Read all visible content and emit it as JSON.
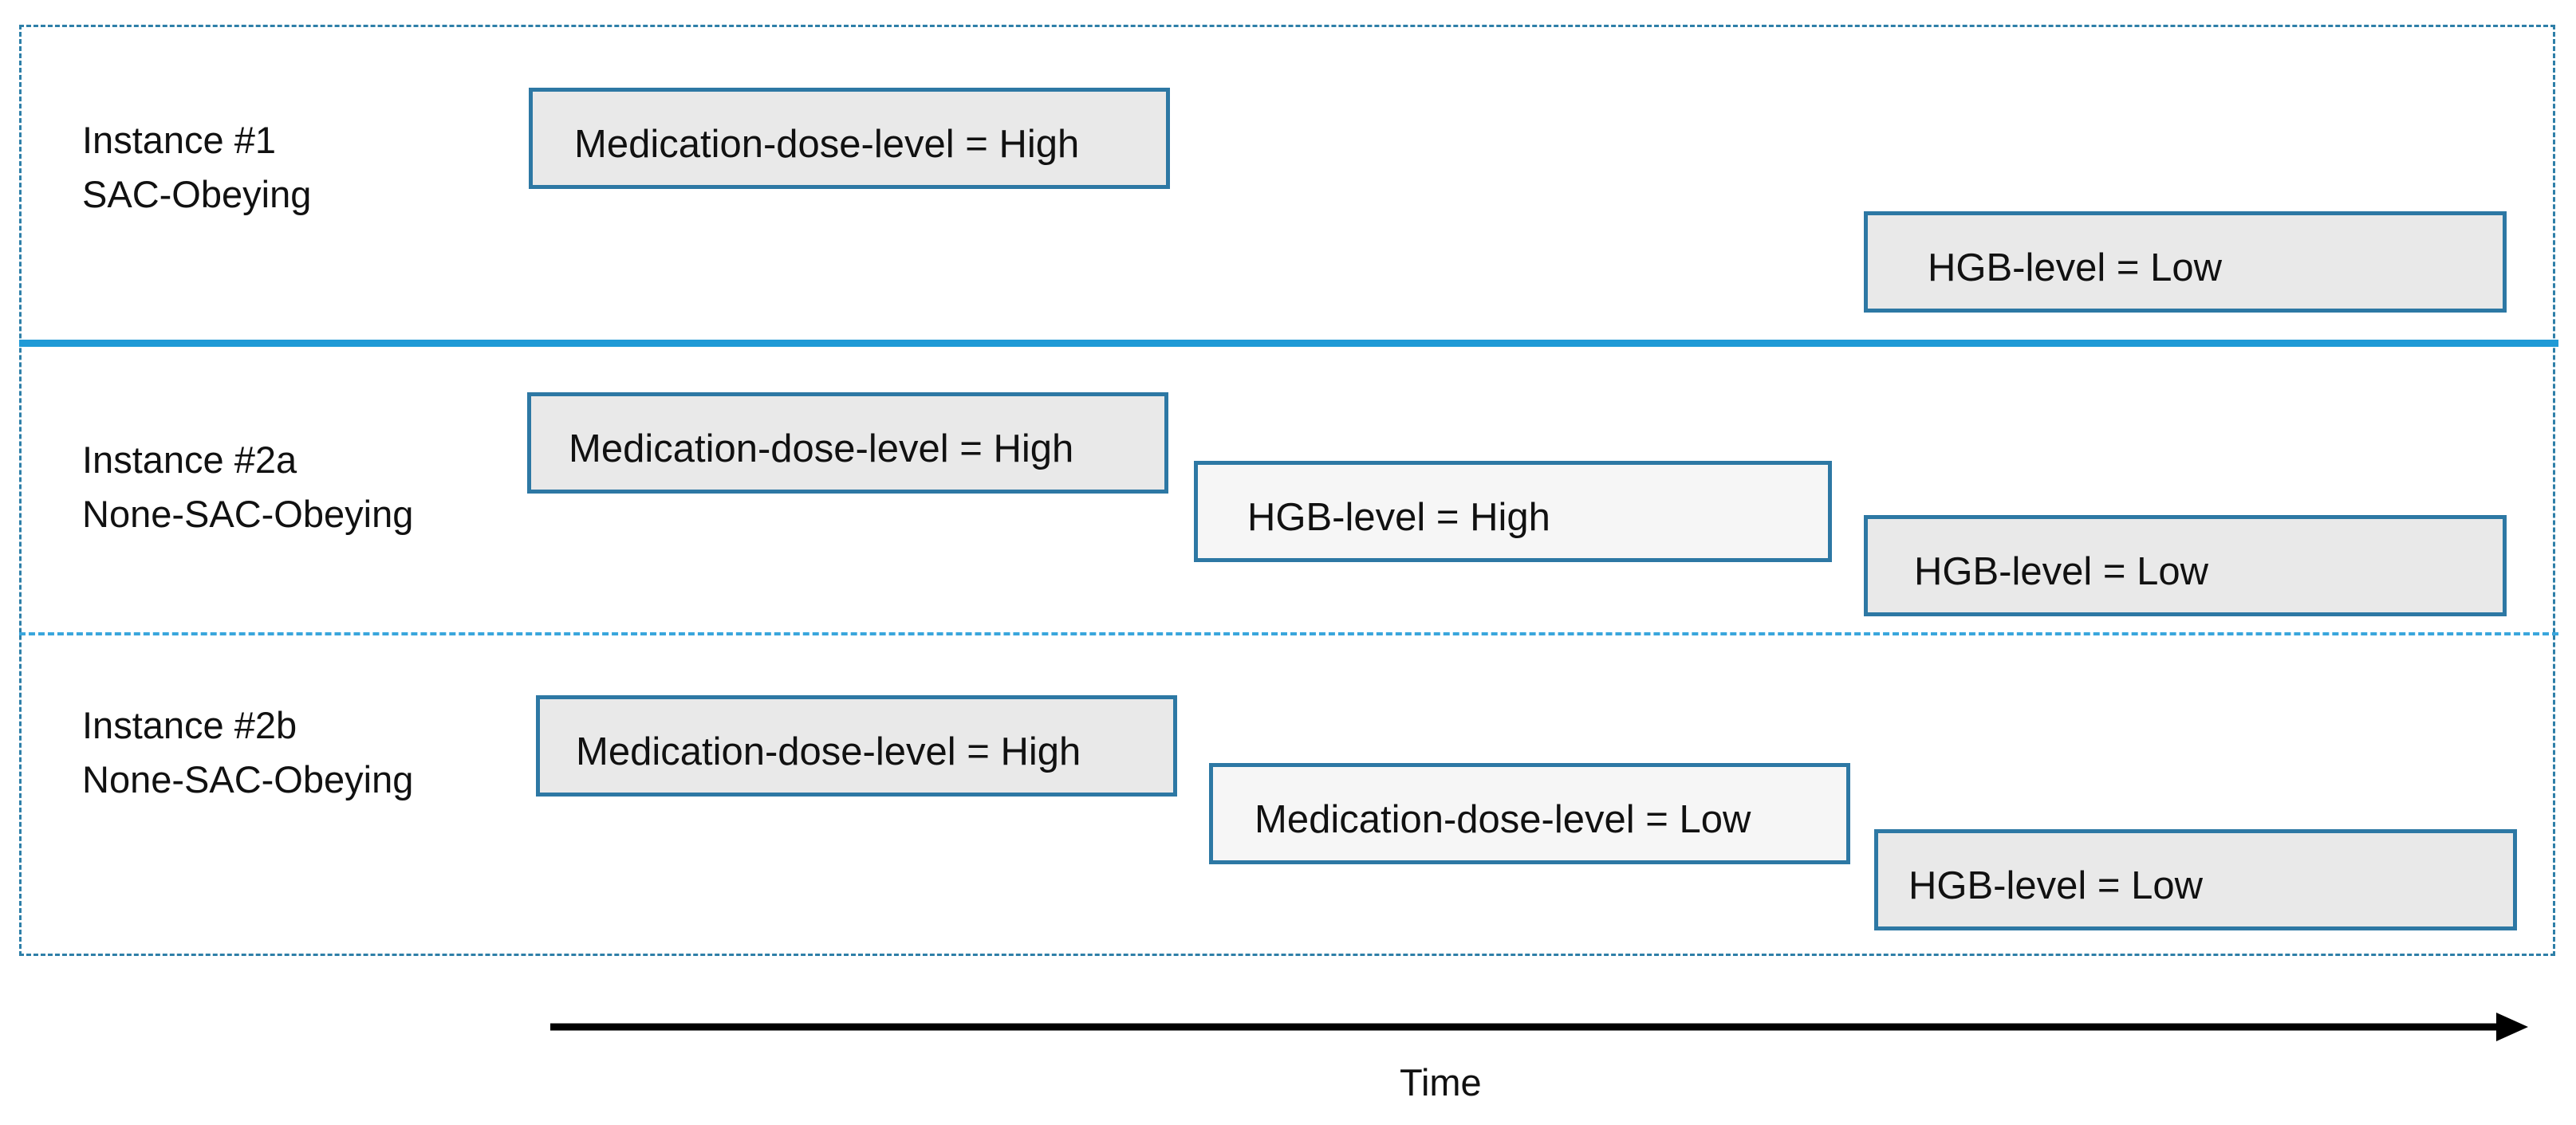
{
  "instances": [
    {
      "label_line1": "Instance #1",
      "label_line2": "SAC-Obeying",
      "intervals": [
        {
          "text": "Medication-dose-level = High",
          "shade": "dark"
        },
        {
          "text": "HGB-level = Low",
          "shade": "dark"
        }
      ]
    },
    {
      "label_line1": "Instance #2a",
      "label_line2": "None-SAC-Obeying",
      "intervals": [
        {
          "text": "Medication-dose-level = High",
          "shade": "dark"
        },
        {
          "text": "HGB-level = High",
          "shade": "light"
        },
        {
          "text": "HGB-level = Low",
          "shade": "dark"
        }
      ]
    },
    {
      "label_line1": "Instance #2b",
      "label_line2": "None-SAC-Obeying",
      "intervals": [
        {
          "text": "Medication-dose-level = High",
          "shade": "dark"
        },
        {
          "text": "Medication-dose-level = Low",
          "shade": "light"
        },
        {
          "text": "HGB-level = Low",
          "shade": "dark"
        }
      ]
    }
  ],
  "axis": {
    "label": "Time"
  },
  "colors": {
    "box_border": "#2d78a4",
    "solid_divider": "#1f9ad6",
    "dashed_border": "#2e7fa8",
    "dark_fill": "#e9e9e9",
    "light_fill": "#f6f6f6"
  }
}
